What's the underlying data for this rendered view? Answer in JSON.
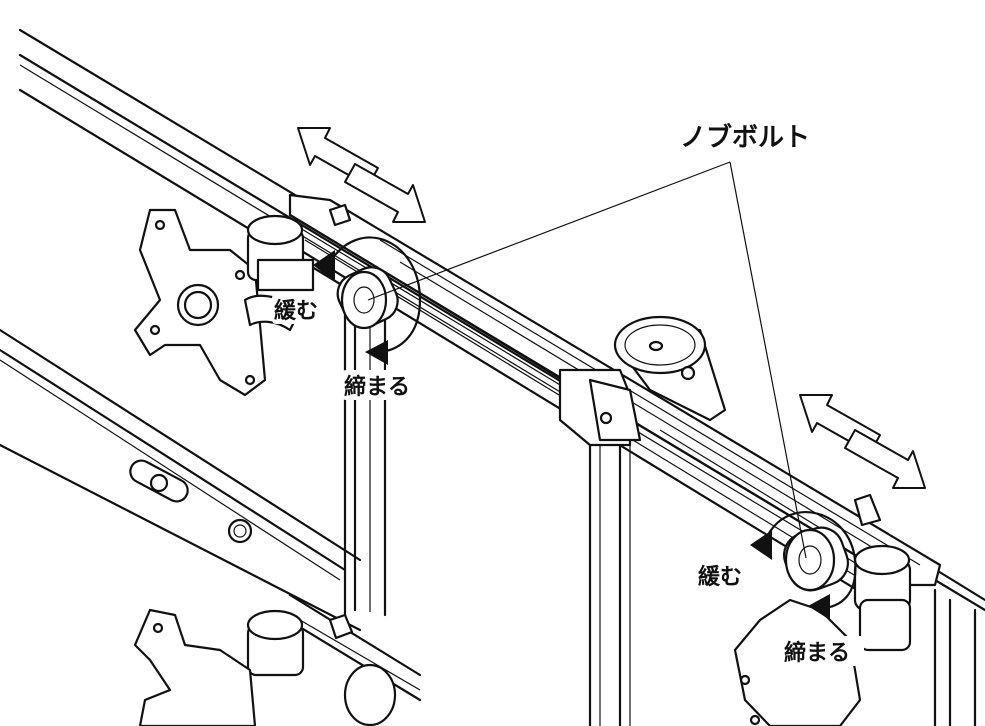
{
  "labels": {
    "knob_bolt": "ノブボルト",
    "loosen_left": "緩む",
    "tighten_left": "締まる",
    "loosen_right": "緩む",
    "tighten_right": "締まる"
  },
  "colors": {
    "line": "#111111",
    "background": "#ffffff",
    "shading": "#d0d0d0"
  }
}
